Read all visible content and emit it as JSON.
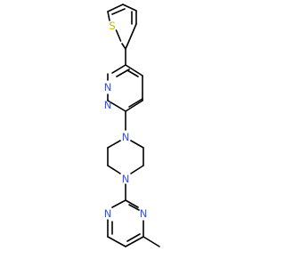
{
  "molecule": {
    "colors": {
      "bond": "#000000",
      "N": "#3050F8",
      "S": "#C8B400"
    },
    "atoms": {
      "S1": "S",
      "N1": "N",
      "N2": "N",
      "N3": "N",
      "N4": "N",
      "N5": "N",
      "N6": "N"
    }
  }
}
